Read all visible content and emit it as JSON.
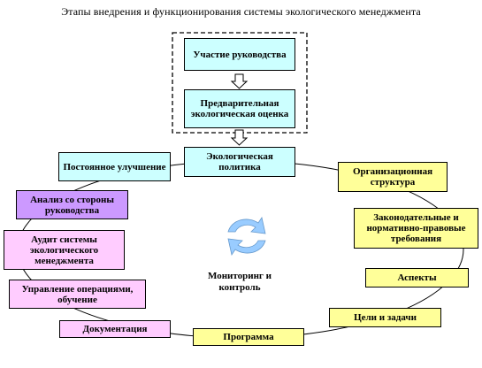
{
  "title": "Этапы внедрения и функционирования системы экологического менеджмента",
  "boxes": {
    "leadership": "Участие руководства",
    "preliminary": "Предварительная экологическая оценка",
    "policy": "Экологическая политика",
    "improvement": "Постоянное улучшение",
    "org_structure": "Организационная структура",
    "legal": "Законодательные и нормативно-правовые требования",
    "mgmt_review": "Анализ со стороны руководства",
    "aspects": "Аспекты",
    "audit": "Аудит системы экологического менеджмента",
    "operations": "Управление операциями, обучение",
    "goals": "Цели и задачи",
    "documentation": "Документация",
    "program": "Программа"
  },
  "center": "Мониторинг и контроль",
  "colors": {
    "cyan": "#ccffff",
    "yellow": "#ffff99",
    "violet": "#cc99ff",
    "pink": "#ffccff",
    "arrow": "#99ccff"
  }
}
